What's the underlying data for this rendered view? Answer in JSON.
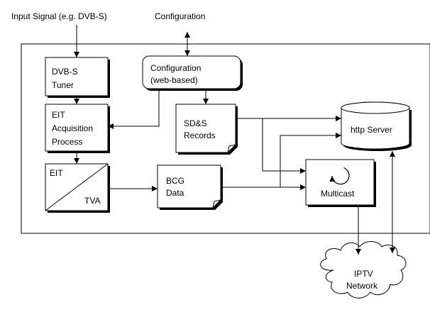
{
  "labels": {
    "input_signal": "Input Signal (e.g. DVB-S)",
    "configuration_top": "Configuration",
    "tuner_line1": "DVB-S",
    "tuner_line2": "Tuner",
    "config_box_line1": "Configuration",
    "config_box_line2": "(web-based)",
    "eit_proc_line1": "EIT",
    "eit_proc_line2": "Acquisition",
    "eit_proc_line3": "Process",
    "sds_line1": "SD&S",
    "sds_line2": "Records",
    "http_server": "http Server",
    "eit_tva_top": "EIT",
    "eit_tva_bottom": "TVA",
    "bcg_line1": "BCG",
    "bcg_line2": "Data",
    "multicast": "Multicast",
    "iptv_line1": "IPTV",
    "iptv_line2": "Network"
  },
  "colors": {
    "stroke": "#000000",
    "shadow": "#000000",
    "fill": "#ffffff"
  }
}
